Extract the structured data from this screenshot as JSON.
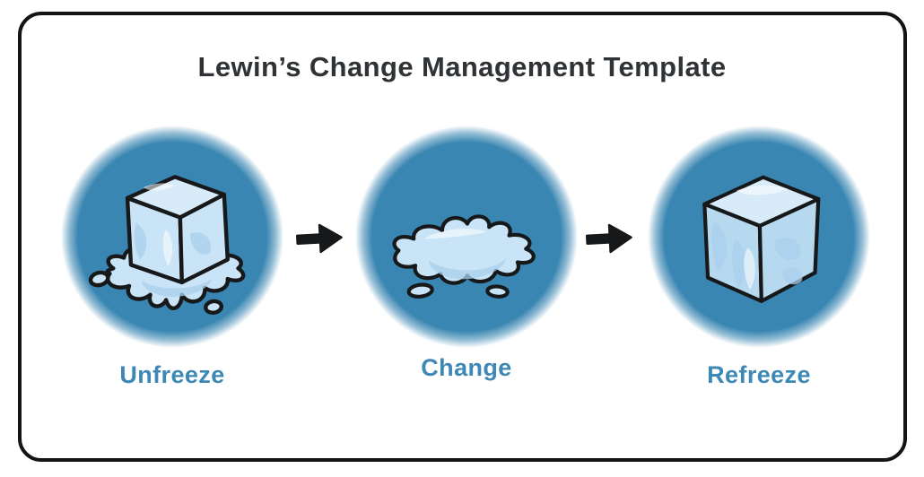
{
  "title": "Lewin’s Change Management Template",
  "stages": [
    {
      "label": "Unfreeze",
      "icon": "melting-ice-cube-icon"
    },
    {
      "label": "Change",
      "icon": "water-puddle-icon"
    },
    {
      "label": "Refreeze",
      "icon": "frozen-ice-cube-icon"
    }
  ],
  "arrows": [
    {
      "icon": "right-arrow-icon"
    },
    {
      "icon": "right-arrow-icon"
    }
  ],
  "colors": {
    "circle_blue": "#3a86b2",
    "ice_light": "#c9e4f6",
    "ice_top": "#d8ebf8",
    "ice_deep": "#b7d9ef",
    "ice_mid": "#a8cfec",
    "outline": "#16181a",
    "title_text": "#303336",
    "label_text": "#3e88b6",
    "frame_border": "#121415",
    "background": "#ffffff"
  }
}
